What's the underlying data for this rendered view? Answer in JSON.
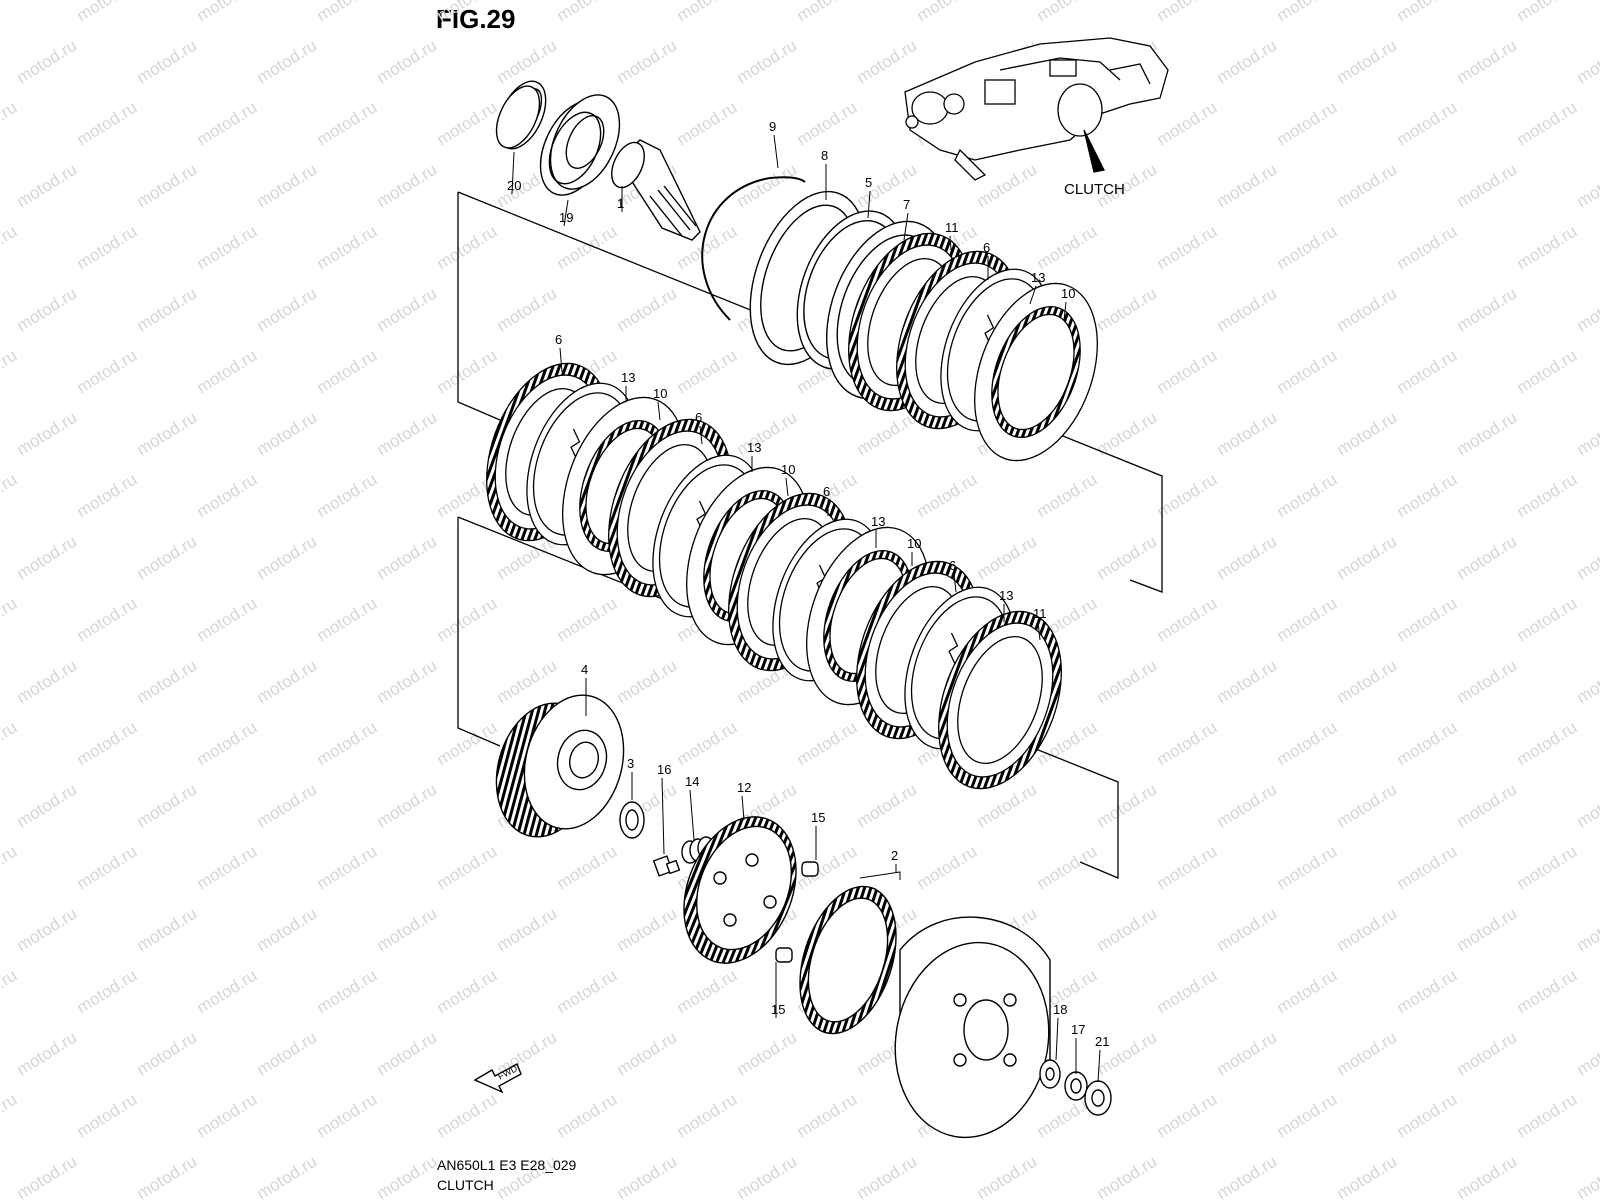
{
  "figure": {
    "title": "FIG.29",
    "model_code": "AN650L1 E3 E28_029",
    "section_name": "CLUTCH",
    "callout_label": "CLUTCH",
    "fwd_label": "FWD"
  },
  "watermark": {
    "text": "motod.ru"
  },
  "parts": [
    {
      "ref": "1"
    },
    {
      "ref": "2"
    },
    {
      "ref": "3"
    },
    {
      "ref": "4"
    },
    {
      "ref": "5"
    },
    {
      "ref": "6"
    },
    {
      "ref": "7"
    },
    {
      "ref": "8"
    },
    {
      "ref": "9"
    },
    {
      "ref": "10"
    },
    {
      "ref": "11"
    },
    {
      "ref": "12"
    },
    {
      "ref": "13"
    },
    {
      "ref": "14"
    },
    {
      "ref": "15"
    },
    {
      "ref": "16"
    },
    {
      "ref": "17"
    },
    {
      "ref": "18"
    },
    {
      "ref": "19"
    },
    {
      "ref": "20"
    },
    {
      "ref": "21"
    }
  ],
  "colors": {
    "line": "#000000",
    "background": "#ffffff",
    "watermark": "#d9d9d9"
  }
}
